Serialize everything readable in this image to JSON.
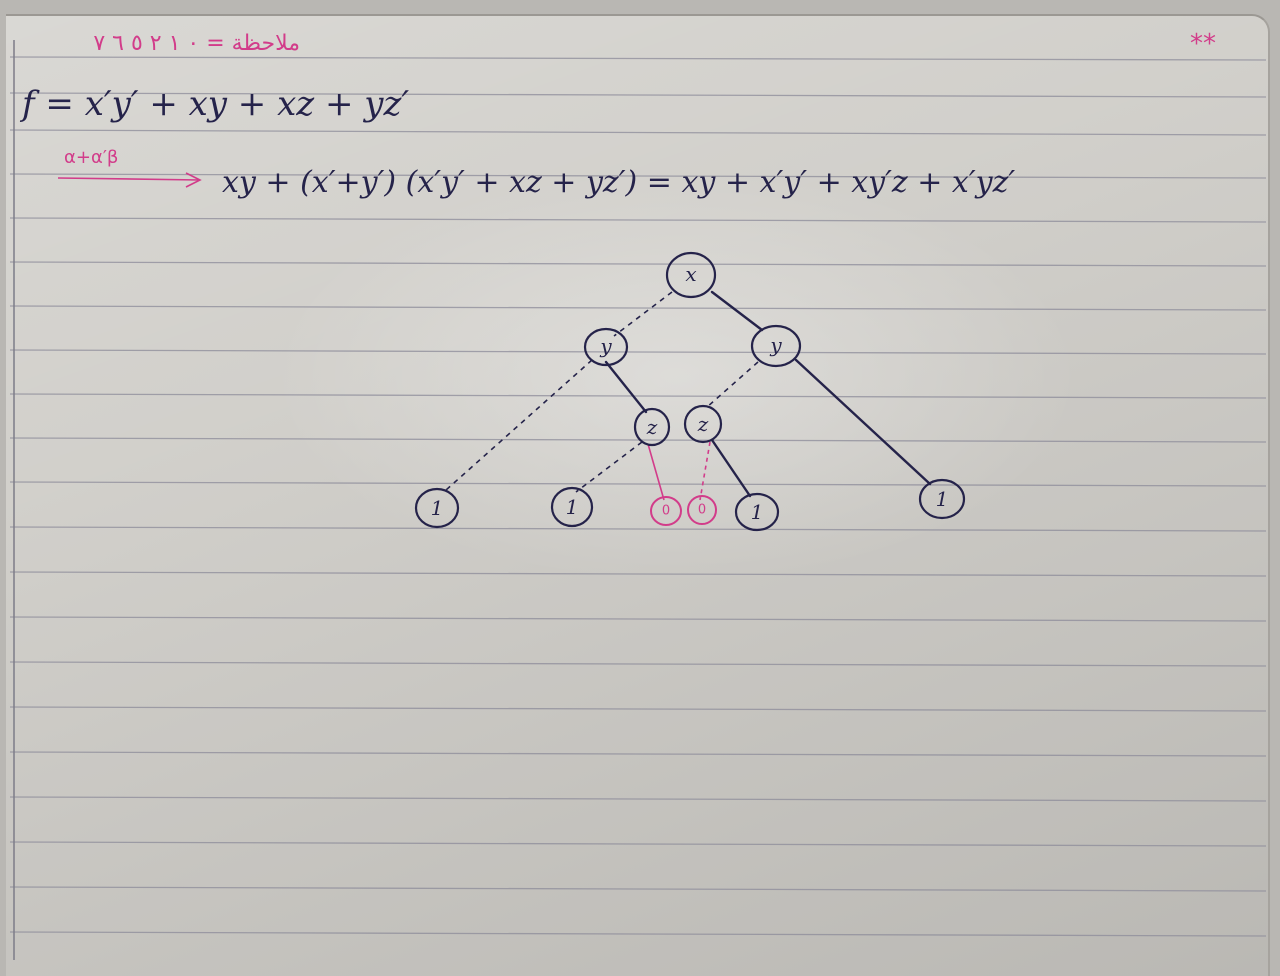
{
  "header": {
    "top_line": "ملاحظة = ٠ ١ ٢ ٥ ٦ ٧",
    "stars": "**"
  },
  "equations": {
    "line1": "f = x′y′ + xy + xz + yz′",
    "arrow_label": "α+α′β",
    "line2": "xy + (x′+y′) (x′y′ + xz + yz′) = xy + x′y′ + xy′z + x′yz′"
  },
  "tree": {
    "root": "x",
    "left_y": "y",
    "right_y": "y",
    "left_z": "z",
    "right_z": "z",
    "leaf1": "1",
    "leaf2": "1",
    "leaf3": "0",
    "leaf4": "0",
    "leaf5": "1",
    "leaf6": "1"
  },
  "colors": {
    "ink": "#25234a",
    "pink": "#d23c8a",
    "paper": "#cfcdc8"
  }
}
